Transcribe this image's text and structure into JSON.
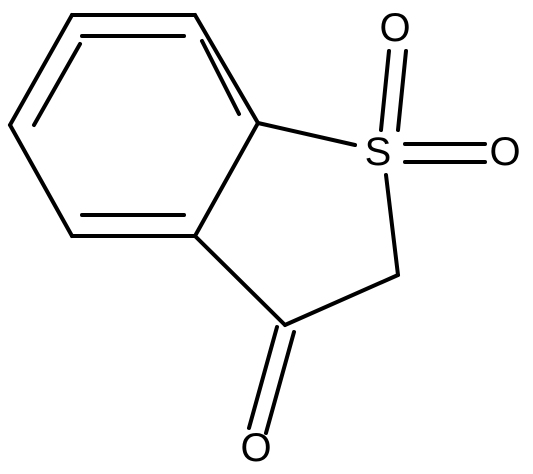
{
  "structure": {
    "atoms": [
      {
        "id": "S1",
        "label": "S"
      },
      {
        "id": "O_top",
        "label": "O"
      },
      {
        "id": "O_right",
        "label": "O"
      },
      {
        "id": "O_carbonyl",
        "label": "O"
      }
    ]
  },
  "colors": {
    "bond": "#000000",
    "label": "#000000",
    "background": "#ffffff"
  }
}
